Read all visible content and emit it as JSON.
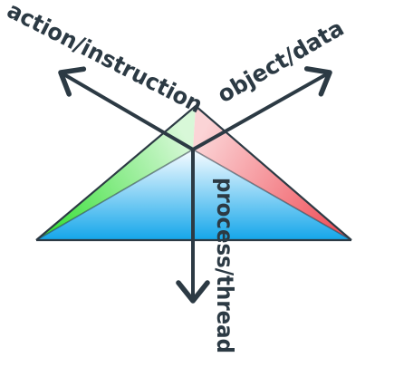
{
  "labels": {
    "action": "action/instruction",
    "object": "object/data",
    "process": "process/thread"
  },
  "colors": {
    "action_face": "#3ee03e",
    "object_face": "#f25c66",
    "process_face_top": "#e6f6ff",
    "process_face_bottom": "#14a6ea",
    "arrow": "#2c3a44",
    "outline": "#2c3a44"
  }
}
